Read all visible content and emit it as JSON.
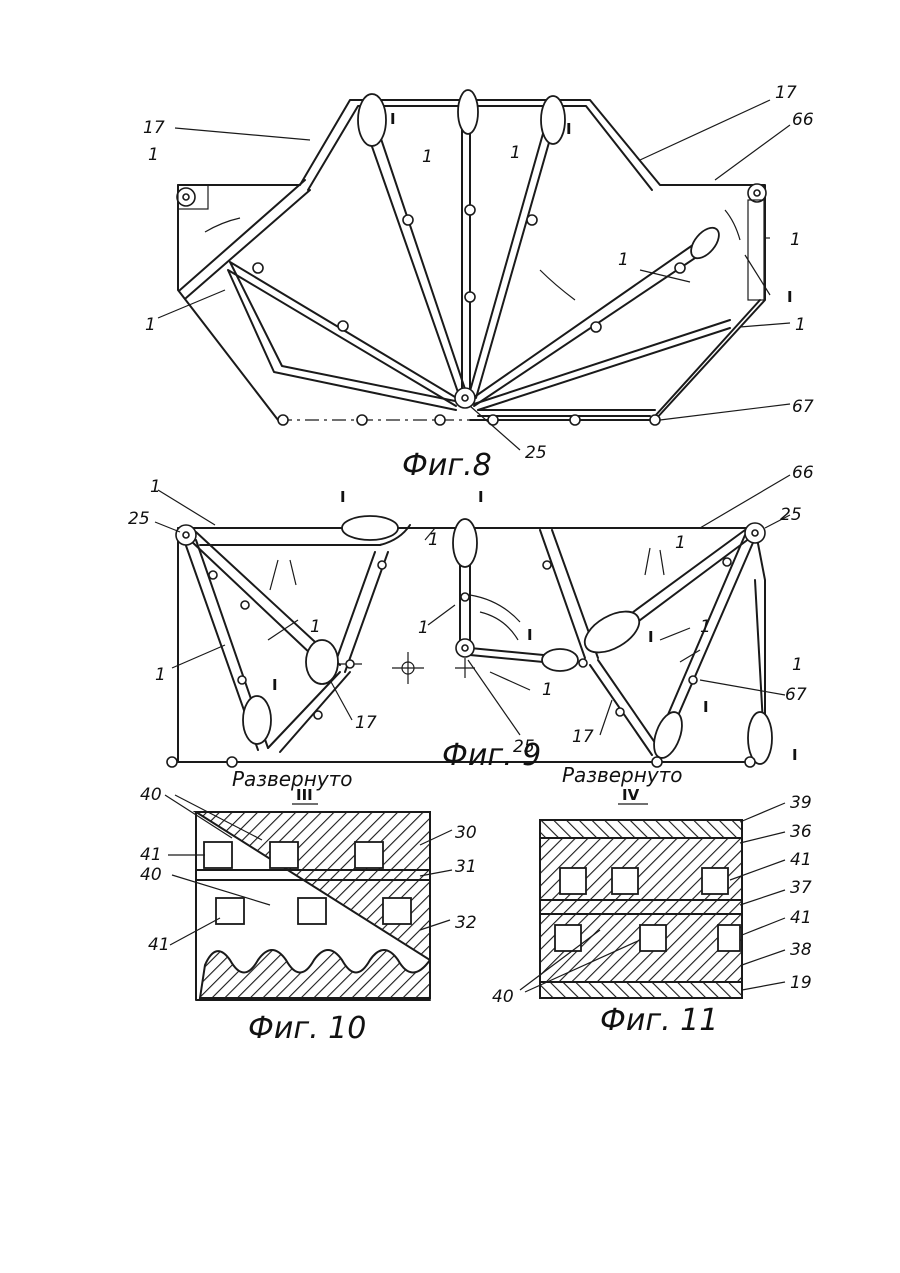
{
  "figures": {
    "fig8": {
      "caption": "Фиг.8"
    },
    "fig9": {
      "caption": "Фиг. 9",
      "unfolded_left": "Развернуто",
      "unfolded_right": "Развернуто"
    },
    "fig10": {
      "caption": "Фиг. 10",
      "section_mark": "III"
    },
    "fig11": {
      "caption": "Фиг. 11",
      "section_mark": "IV"
    }
  },
  "labels": {
    "n1": "1",
    "n17": "17",
    "n66": "66",
    "n67": "67",
    "n25": "25",
    "n19": "19",
    "n30": "30",
    "n31": "31",
    "n32": "32",
    "n36": "36",
    "n37": "37",
    "n38": "38",
    "n39": "39",
    "n40": "40",
    "n41": "41",
    "roman1": "I"
  },
  "colors": {
    "ink": "#1a1a1a",
    "paper": "#ffffff"
  }
}
